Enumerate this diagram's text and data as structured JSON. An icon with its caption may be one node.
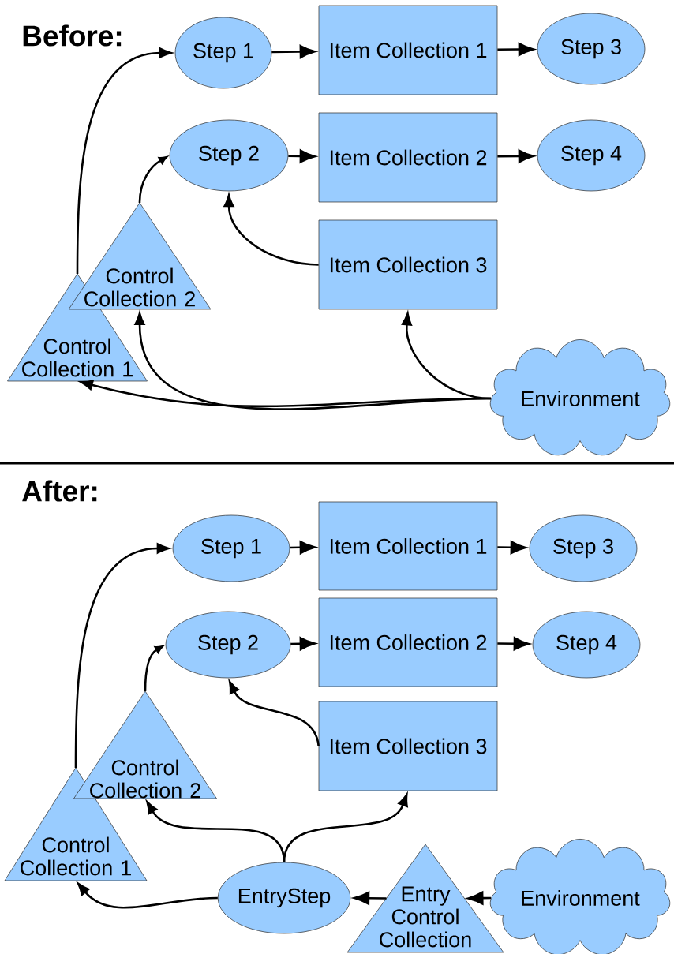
{
  "diagram": {
    "nodes": [
      {
        "text": [
          "Step 1"
        ]
      },
      {
        "text": [
          "Item Collection 1"
        ]
      },
      {
        "text": [
          "Step 3"
        ]
      },
      {
        "text": [
          "Step 2"
        ]
      },
      {
        "text": [
          "Item Collection 2"
        ]
      },
      {
        "text": [
          "Step 4"
        ]
      },
      {
        "text": [
          "Item Collection 3"
        ]
      },
      {
        "text": [
          "Control Collection 2"
        ]
      },
      {
        "text": [
          "Control Collection 1"
        ]
      },
      {
        "text": [
          "Environment"
        ]
      },
      {
        "text": [
          "Step 1"
        ]
      },
      {
        "text": [
          "Item Collection 1"
        ]
      },
      {
        "text": [
          "Step 3"
        ]
      },
      {
        "text": [
          "Step 2"
        ]
      },
      {
        "text": [
          "Item Collection 2"
        ]
      },
      {
        "text": [
          "Step 4"
        ]
      },
      {
        "text": [
          "Item Collection 3"
        ]
      },
      {
        "text": [
          "Control Collection 2"
        ]
      },
      {
        "text": [
          "Control Collection 1"
        ]
      },
      {
        "text": [
          "EntryStep"
        ]
      },
      {
        "text": [
          "Entry Control Collection"
        ]
      },
      {
        "text": [
          "Environment"
        ]
      }
    ],
    "edges": [
      {
        "from": 0,
        "to": 1,
        "arrow": "to"
      },
      {
        "from": 1,
        "to": 2,
        "arrow": "to"
      },
      {
        "from": 3,
        "to": 4,
        "arrow": "to"
      },
      {
        "from": 4,
        "to": 5,
        "arrow": "to"
      },
      {
        "from": 6,
        "to": 3,
        "arrow": "to"
      },
      {
        "from": 7,
        "to": 3,
        "arrow": "to"
      },
      {
        "from": 8,
        "to": 0,
        "arrow": "to"
      },
      {
        "from": 9,
        "to": 8,
        "arrow": "to"
      },
      {
        "from": 9,
        "to": 7,
        "arrow": "to"
      },
      {
        "from": 9,
        "to": 6,
        "arrow": "to"
      },
      {
        "from": 10,
        "to": 11,
        "arrow": "to"
      },
      {
        "from": 11,
        "to": 12,
        "arrow": "to"
      },
      {
        "from": 13,
        "to": 14,
        "arrow": "to"
      },
      {
        "from": 14,
        "to": 15,
        "arrow": "to"
      },
      {
        "from": 16,
        "to": 13,
        "arrow": "to"
      },
      {
        "from": 17,
        "to": 13,
        "arrow": "to"
      },
      {
        "from": 18,
        "to": 10,
        "arrow": "to"
      },
      {
        "from": 19,
        "to": 18,
        "arrow": "to"
      },
      {
        "from": 19,
        "to": 17,
        "arrow": "to"
      },
      {
        "from": 19,
        "to": 16,
        "arrow": "to"
      },
      {
        "from": 21,
        "to": 20,
        "arrow": "to"
      },
      {
        "from": 20,
        "to": 19,
        "arrow": "to"
      }
    ],
    "labels": [
      "Before:",
      "After:"
    ]
  }
}
